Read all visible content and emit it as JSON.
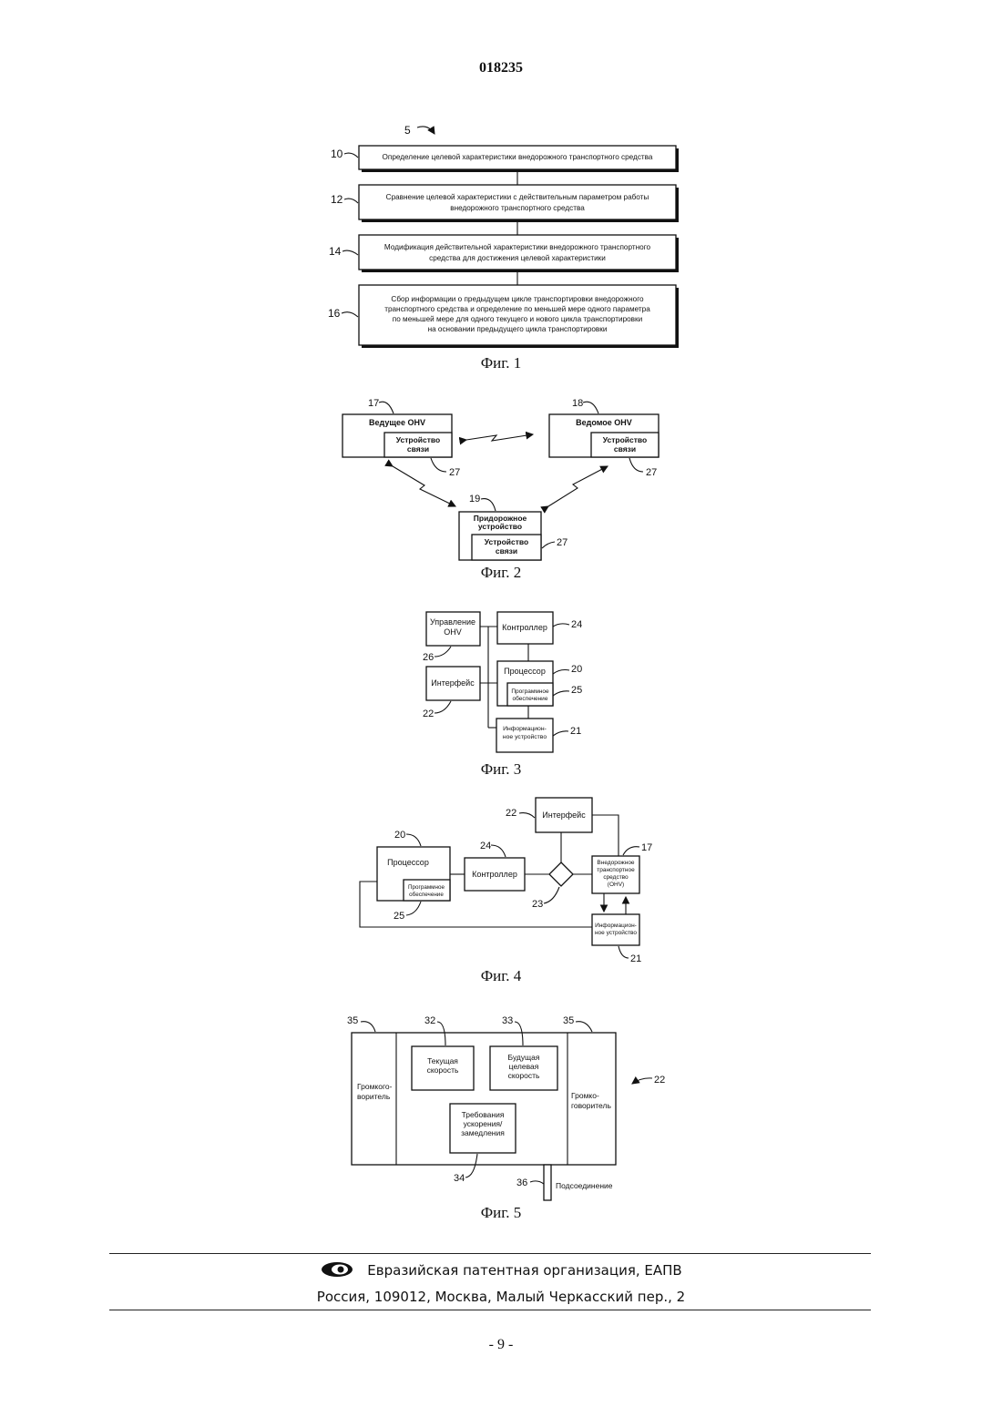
{
  "header": {
    "doc_number": "018235"
  },
  "fig1": {
    "caption": "Фиг. 1",
    "ref_main": "5",
    "steps": [
      {
        "ref": "10",
        "lines": [
          "Определение целевой характеристики внедорожного транспортного средства"
        ]
      },
      {
        "ref": "12",
        "lines": [
          "Сравнение целевой характеристики с действительным параметром работы",
          "внедорожного транспортного средства"
        ]
      },
      {
        "ref": "14",
        "lines": [
          "Модификация действительной характеристики внедорожного транспортного",
          "средства для достижения целевой характеристики"
        ]
      },
      {
        "ref": "16",
        "lines": [
          "Сбор информации о предыдущем цикле транспортировки внедорожного",
          "транспортного средства и определение по меньшей мере одного параметра",
          "по меньшей мере для одного текущего и нового цикла транспортировки",
          "на основании предыдущего цикла транспортировки"
        ]
      }
    ]
  },
  "fig2": {
    "caption": "Фиг. 2",
    "lead": {
      "ref": "17",
      "title": "Ведущее OHV",
      "comm": [
        "Устройство",
        "связи"
      ],
      "comm_ref": "27"
    },
    "follower": {
      "ref": "18",
      "title": "Ведомое OHV",
      "comm": [
        "Устройство",
        "связи"
      ],
      "comm_ref": "27"
    },
    "roadside": {
      "ref": "19",
      "title": [
        "Придорожное",
        "устройство"
      ],
      "comm": [
        "Устройство",
        "связи"
      ],
      "comm_ref": "27"
    }
  },
  "fig3": {
    "caption": "Фиг. 3",
    "control": {
      "lines": [
        "Управление",
        "OHV"
      ],
      "ref": "26"
    },
    "controller": {
      "label": "Контроллер",
      "ref": "24"
    },
    "interface": {
      "label": "Интерфейс",
      "ref": "22"
    },
    "processor": {
      "label": "Процессор",
      "ref": "20"
    },
    "software": {
      "lines": [
        "Программное",
        "обеспечение"
      ],
      "ref": "25"
    },
    "info": {
      "lines": [
        "Информацион-",
        "ное устройство"
      ],
      "ref": "21"
    }
  },
  "fig4": {
    "caption": "Фиг. 4",
    "interface": {
      "label": "Интерфейс",
      "ref": "22"
    },
    "processor": {
      "label": "Процессор",
      "ref": "20"
    },
    "software": {
      "lines": [
        "Программное",
        "обеспечение"
      ],
      "ref": "25"
    },
    "controller": {
      "label": "Контроллер",
      "ref": "24"
    },
    "junction_ref": "23",
    "vehicle": {
      "lines": [
        "Внедорожное",
        "транспортное",
        "средство",
        "(OHV)"
      ],
      "ref": "17"
    },
    "info": {
      "lines": [
        "Информацион-",
        "ное устройство"
      ],
      "ref": "21"
    }
  },
  "fig5": {
    "caption": "Фиг. 5",
    "ref_panel": "22",
    "speaker_left": {
      "lines": [
        "Громкого-",
        "воритель"
      ],
      "ref": "35"
    },
    "speaker_right": {
      "lines": [
        "Громко-",
        "говоритель"
      ],
      "ref": "35"
    },
    "current_speed": {
      "lines": [
        "Текущая",
        "скорость"
      ],
      "ref": "32"
    },
    "future_speed": {
      "lines": [
        "Будущая",
        "целевая",
        "скорость"
      ],
      "ref": "33"
    },
    "accel": {
      "lines": [
        "Требования",
        "ускорения/",
        "замедления"
      ],
      "ref": "34"
    },
    "connection": {
      "label": "Подсоединение",
      "ref": "36"
    }
  },
  "footer": {
    "org": "Евразийская патентная организация, ЕАПВ",
    "address": "Россия, 109012, Москва, Малый Черкасский пер., 2",
    "page": "- 9 -"
  }
}
